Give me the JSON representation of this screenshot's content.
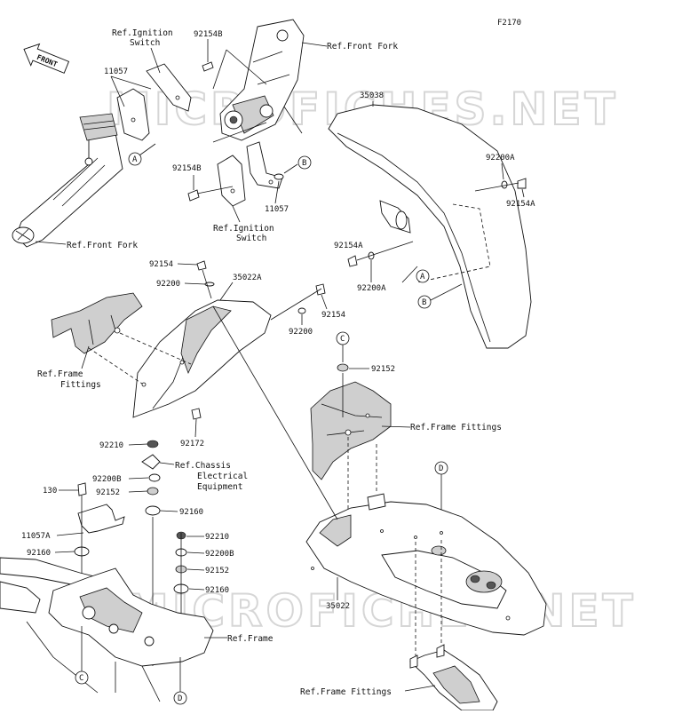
{
  "figure_code": "F2170",
  "watermark": "MICROFICHES.NET",
  "front_badge": "FRONT",
  "callout_letters": [
    "A",
    "B",
    "C",
    "D"
  ],
  "references": {
    "ignition_switch_top": [
      "Ref.Ignition",
      "Switch"
    ],
    "front_fork_top": "Ref.Front Fork",
    "front_fork_left": "Ref.Front Fork",
    "ignition_switch_mid": [
      "Ref.Ignition",
      "Switch"
    ],
    "frame_fittings_left": [
      "Ref.Frame",
      "Fittings"
    ],
    "frame_fittings_mid": "Ref.Frame Fittings",
    "chassis_electrical": [
      "Ref.Chassis",
      "Electrical",
      "Equipment"
    ],
    "frame": "Ref.Frame",
    "frame_fittings_bottom": "Ref.Frame Fittings"
  },
  "parts": {
    "p92154B_top": "92154B",
    "p11057_top": "11057",
    "p35038": "35038",
    "p92200A_right": "92200A",
    "p92154A_right": "92154A",
    "p92154B_mid": "92154B",
    "p11057_mid": "11057",
    "p92154A_mid": "92154A",
    "p92200A_mid": "92200A",
    "p92154_left": "92154",
    "p92200_left": "92200",
    "p35022A": "35022A",
    "p92154_right": "92154",
    "p92200_right": "92200",
    "p92152_top": "92152",
    "p92172": "92172",
    "p92210_a": "92210",
    "p92200B_a": "92200B",
    "p130": "130",
    "p92152_a": "92152",
    "p92160_a": "92160",
    "p11057A": "11057A",
    "p92160_b": "92160",
    "p92210_b": "92210",
    "p92200B_b": "92200B",
    "p92152_b": "92152",
    "p92160_c": "92160",
    "p35022": "35022"
  }
}
